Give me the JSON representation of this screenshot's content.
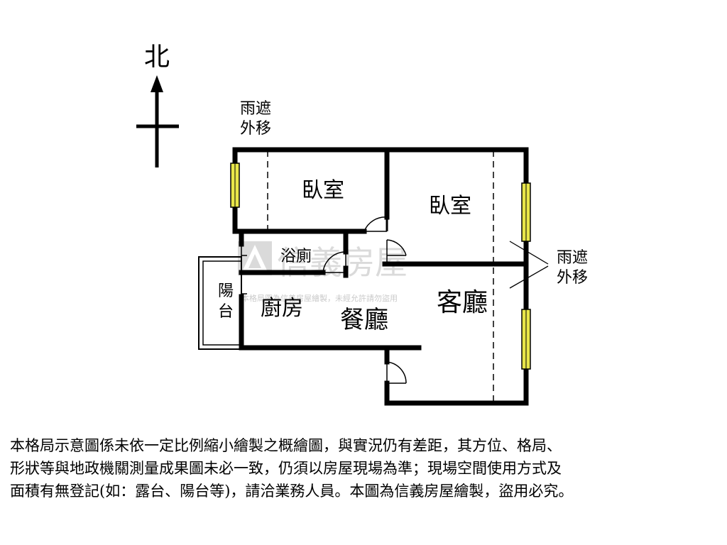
{
  "compass": {
    "north_label": "北"
  },
  "rooms": {
    "bedroom_1": "臥室",
    "bedroom_2": "臥室",
    "bathroom": "浴廁",
    "balcony": "陽台",
    "kitchen": "廚房",
    "dining": "餐廳",
    "living": "客廳"
  },
  "annotations": {
    "awning_left_line1": "雨遮",
    "awning_left_line2": "外移",
    "awning_right_line1": "雨遮",
    "awning_right_line2": "外移"
  },
  "watermark": {
    "brand": "信義房屋",
    "notice": "本格局圖為信義房屋繪製，未經允許請勿盜用"
  },
  "disclaimer": {
    "line1": "本格局示意圖係未依一定比例縮小繪製之概繪圖，與實況仍有差距，其方位、格局、",
    "line2": "形狀等與地政機關測量成果圖未必一致，仍須以房屋現場為準；現場空間使用方式及",
    "line3": "面積有無登記(如：露台、陽台等)，請洽業務人員。本圖為信義房屋繪製，盜用必究。"
  },
  "colors": {
    "wall": "#000000",
    "window": "#e8e64a",
    "watermark": "#bdbdbd"
  }
}
